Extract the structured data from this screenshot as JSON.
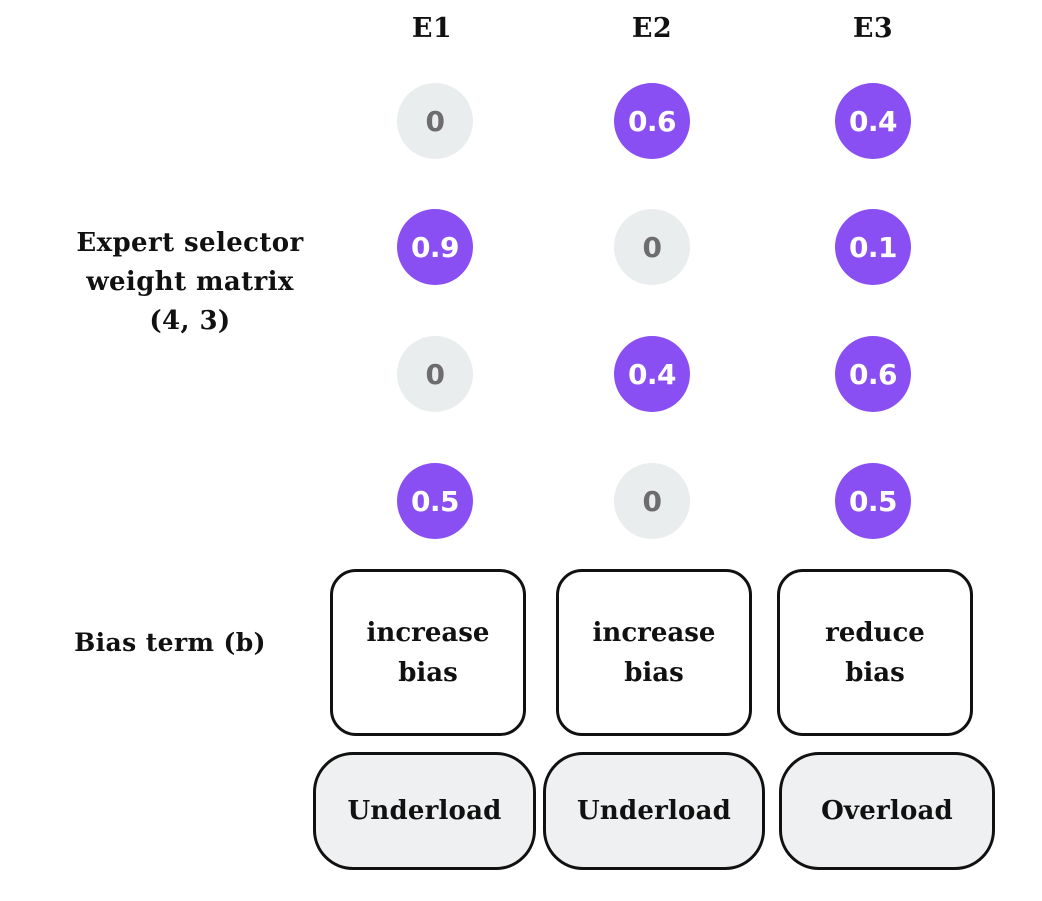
{
  "diagram": {
    "title_row_label": "Expert selector\nweight matrix\n(4, 3)",
    "bias_row_label": "Bias term (b)",
    "columns": [
      {
        "id": "e1",
        "label": "E1"
      },
      {
        "id": "e2",
        "label": "E2"
      },
      {
        "id": "e3",
        "label": "E3"
      }
    ],
    "colors": {
      "active_circle": "#8a4ff2",
      "active_text": "#ffffff",
      "zero_circle": "#eaedee",
      "zero_text": "#6d6d6d",
      "outline": "#111111",
      "pill_fill": "#eef0f1",
      "box_fill": "#ffffff",
      "background": "#ffffff"
    },
    "weight_matrix": {
      "shape": "(4, 3)",
      "rows": [
        {
          "cells": [
            {
              "value": "0",
              "state": "zero"
            },
            {
              "value": "0.6",
              "state": "active"
            },
            {
              "value": "0.4",
              "state": "active"
            }
          ]
        },
        {
          "cells": [
            {
              "value": "0.9",
              "state": "active"
            },
            {
              "value": "0",
              "state": "zero"
            },
            {
              "value": "0.1",
              "state": "active"
            }
          ]
        },
        {
          "cells": [
            {
              "value": "0",
              "state": "zero"
            },
            {
              "value": "0.4",
              "state": "active"
            },
            {
              "value": "0.6",
              "state": "active"
            }
          ]
        },
        {
          "cells": [
            {
              "value": "0.5",
              "state": "active"
            },
            {
              "value": "0",
              "state": "zero"
            },
            {
              "value": "0.5",
              "state": "active"
            }
          ]
        }
      ]
    },
    "bias_actions": [
      {
        "column": "E1",
        "label": "increase\nbias"
      },
      {
        "column": "E2",
        "label": "increase\nbias"
      },
      {
        "column": "E3",
        "label": "reduce\nbias"
      }
    ],
    "load_status": [
      {
        "column": "E1",
        "label": "Underload"
      },
      {
        "column": "E2",
        "label": "Underload"
      },
      {
        "column": "E3",
        "label": "Overload"
      }
    ]
  }
}
